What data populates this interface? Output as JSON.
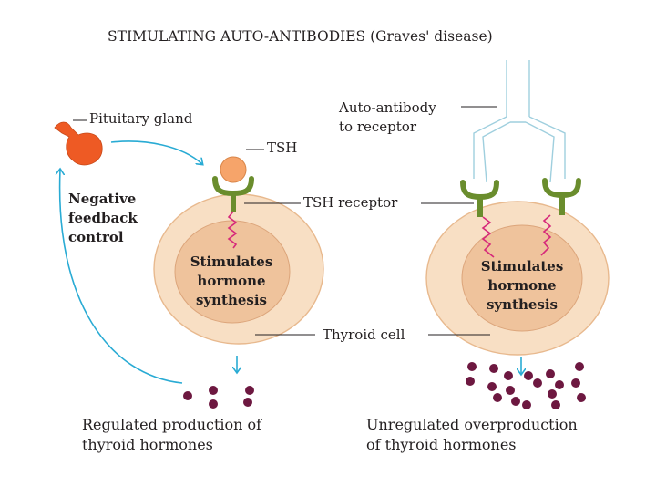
{
  "title": "STIMULATING AUTO-ANTIBODIES (Graves' disease)",
  "labels": {
    "pituitary": "Pituitary gland",
    "tsh": "TSH",
    "feedback": [
      "Negative",
      "feedback",
      "control"
    ],
    "tsh_receptor": "TSH receptor",
    "auto_antibody": [
      "Auto-antibody",
      "to receptor"
    ],
    "thyroid_cell": "Thyroid cell",
    "stimulates_left": [
      "Stimulates",
      "hormone",
      "synthesis"
    ],
    "stimulates_right": [
      "Stimulates",
      "hormone",
      "synthesis"
    ],
    "caption_left": [
      "Regulated production of",
      "thyroid hormones"
    ],
    "caption_right": [
      "Unregulated overproduction",
      "of thyroid hormones"
    ]
  },
  "colors": {
    "cell_outer": "#f8dfc4",
    "cell_outline": "#e8b98e",
    "nucleus": "#efc39c",
    "tsh": "#f6a46a",
    "pituitary": "#ee5a24",
    "receptor": "#6a8d2d",
    "antibody": "#bfe1ec",
    "arrow": "#29abd4",
    "signal": "#d6287a",
    "hormone": "#6d1840"
  }
}
